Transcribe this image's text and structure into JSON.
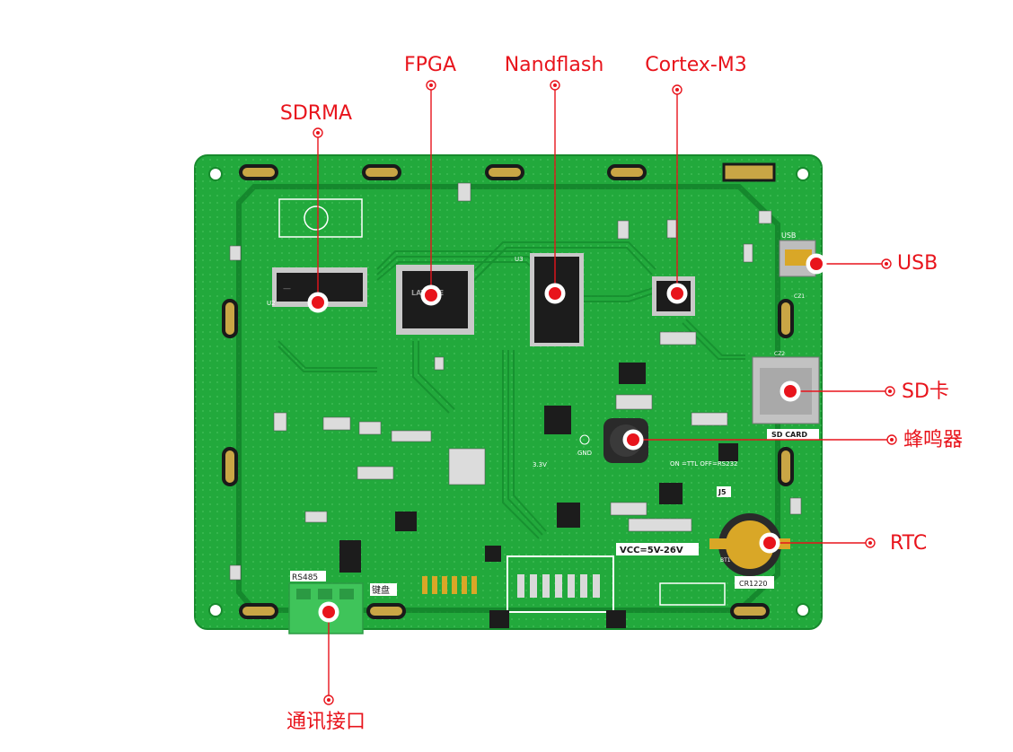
{
  "callouts": {
    "sdrma": "SDRMA",
    "fpga": "FPGA",
    "nandflash": "Nandflash",
    "cortex_m3": "Cortex-M3",
    "usb": "USB",
    "sd_card": "SD卡",
    "buzzer": "蜂鸣器",
    "rtc": "RTC",
    "comm_port": "通讯接口"
  },
  "board_silkscreen": {
    "usb": "USB",
    "sd_card": "SD CARD",
    "rs485": "RS485",
    "keyboard": "键盘",
    "vcc": "VCC=5V-26V",
    "ttl_rs232": "ON =TTL\nOFF=RS232",
    "gnd": "GND",
    "v33": "3.3V",
    "battery": "CR1220",
    "fpga_brand": "LATTICE",
    "j5": "J5",
    "cz2": "CZ2",
    "cz1": "CZ1",
    "u2": "U2",
    "u3": "U3",
    "bt1": "BT1"
  },
  "colors": {
    "accent_red": "#e8141c",
    "pcb_green": "#22a93c",
    "pcb_trace": "#1a8f32",
    "chip_black": "#1c1c1c",
    "terminal_green": "#3fc45a"
  }
}
